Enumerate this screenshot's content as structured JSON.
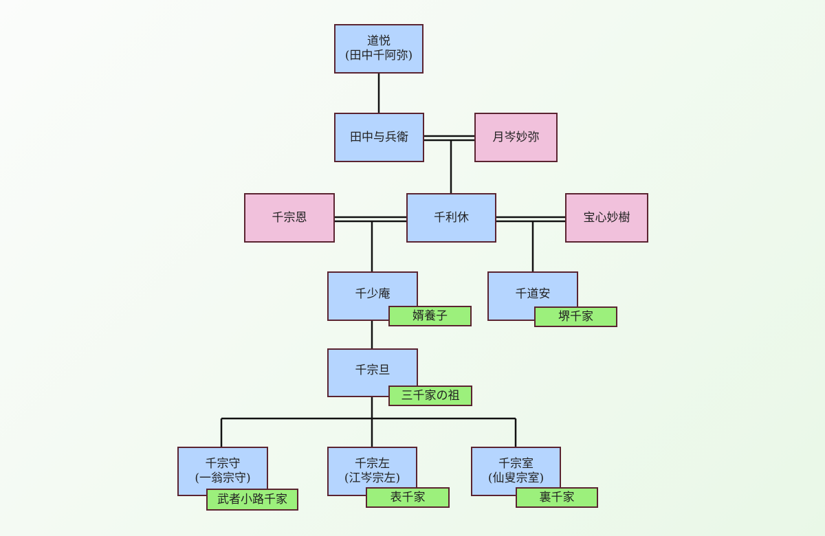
{
  "nodes": {
    "doetsu": {
      "name": "道悦",
      "alias": "(田中千阿弥)"
    },
    "yohei": {
      "name": "田中与兵衛"
    },
    "gessin": {
      "name": "月岑妙弥"
    },
    "soon": {
      "name": "千宗恩"
    },
    "rikyu": {
      "name": "千利休"
    },
    "hoshin": {
      "name": "宝心妙樹"
    },
    "shoan": {
      "name": "千少庵",
      "badge": "婿養子"
    },
    "doan": {
      "name": "千道安",
      "badge": "堺千家"
    },
    "sotan": {
      "name": "千宗旦",
      "badge": "三千家の祖"
    },
    "soshu": {
      "name": "千宗守",
      "alias": "(一翁宗守)",
      "badge": "武者小路千家"
    },
    "sosa": {
      "name": "千宗左",
      "alias": "(江岑宗左)",
      "badge": "表千家"
    },
    "soshitsu": {
      "name": "千宗室",
      "alias": "(仙叟宗室)",
      "badge": "裏千家"
    }
  },
  "colors": {
    "male_box": "#b5d5ff",
    "female_box": "#f1c1dc",
    "badge": "#9cf07c",
    "border": "#5a2330",
    "line": "#111111"
  }
}
